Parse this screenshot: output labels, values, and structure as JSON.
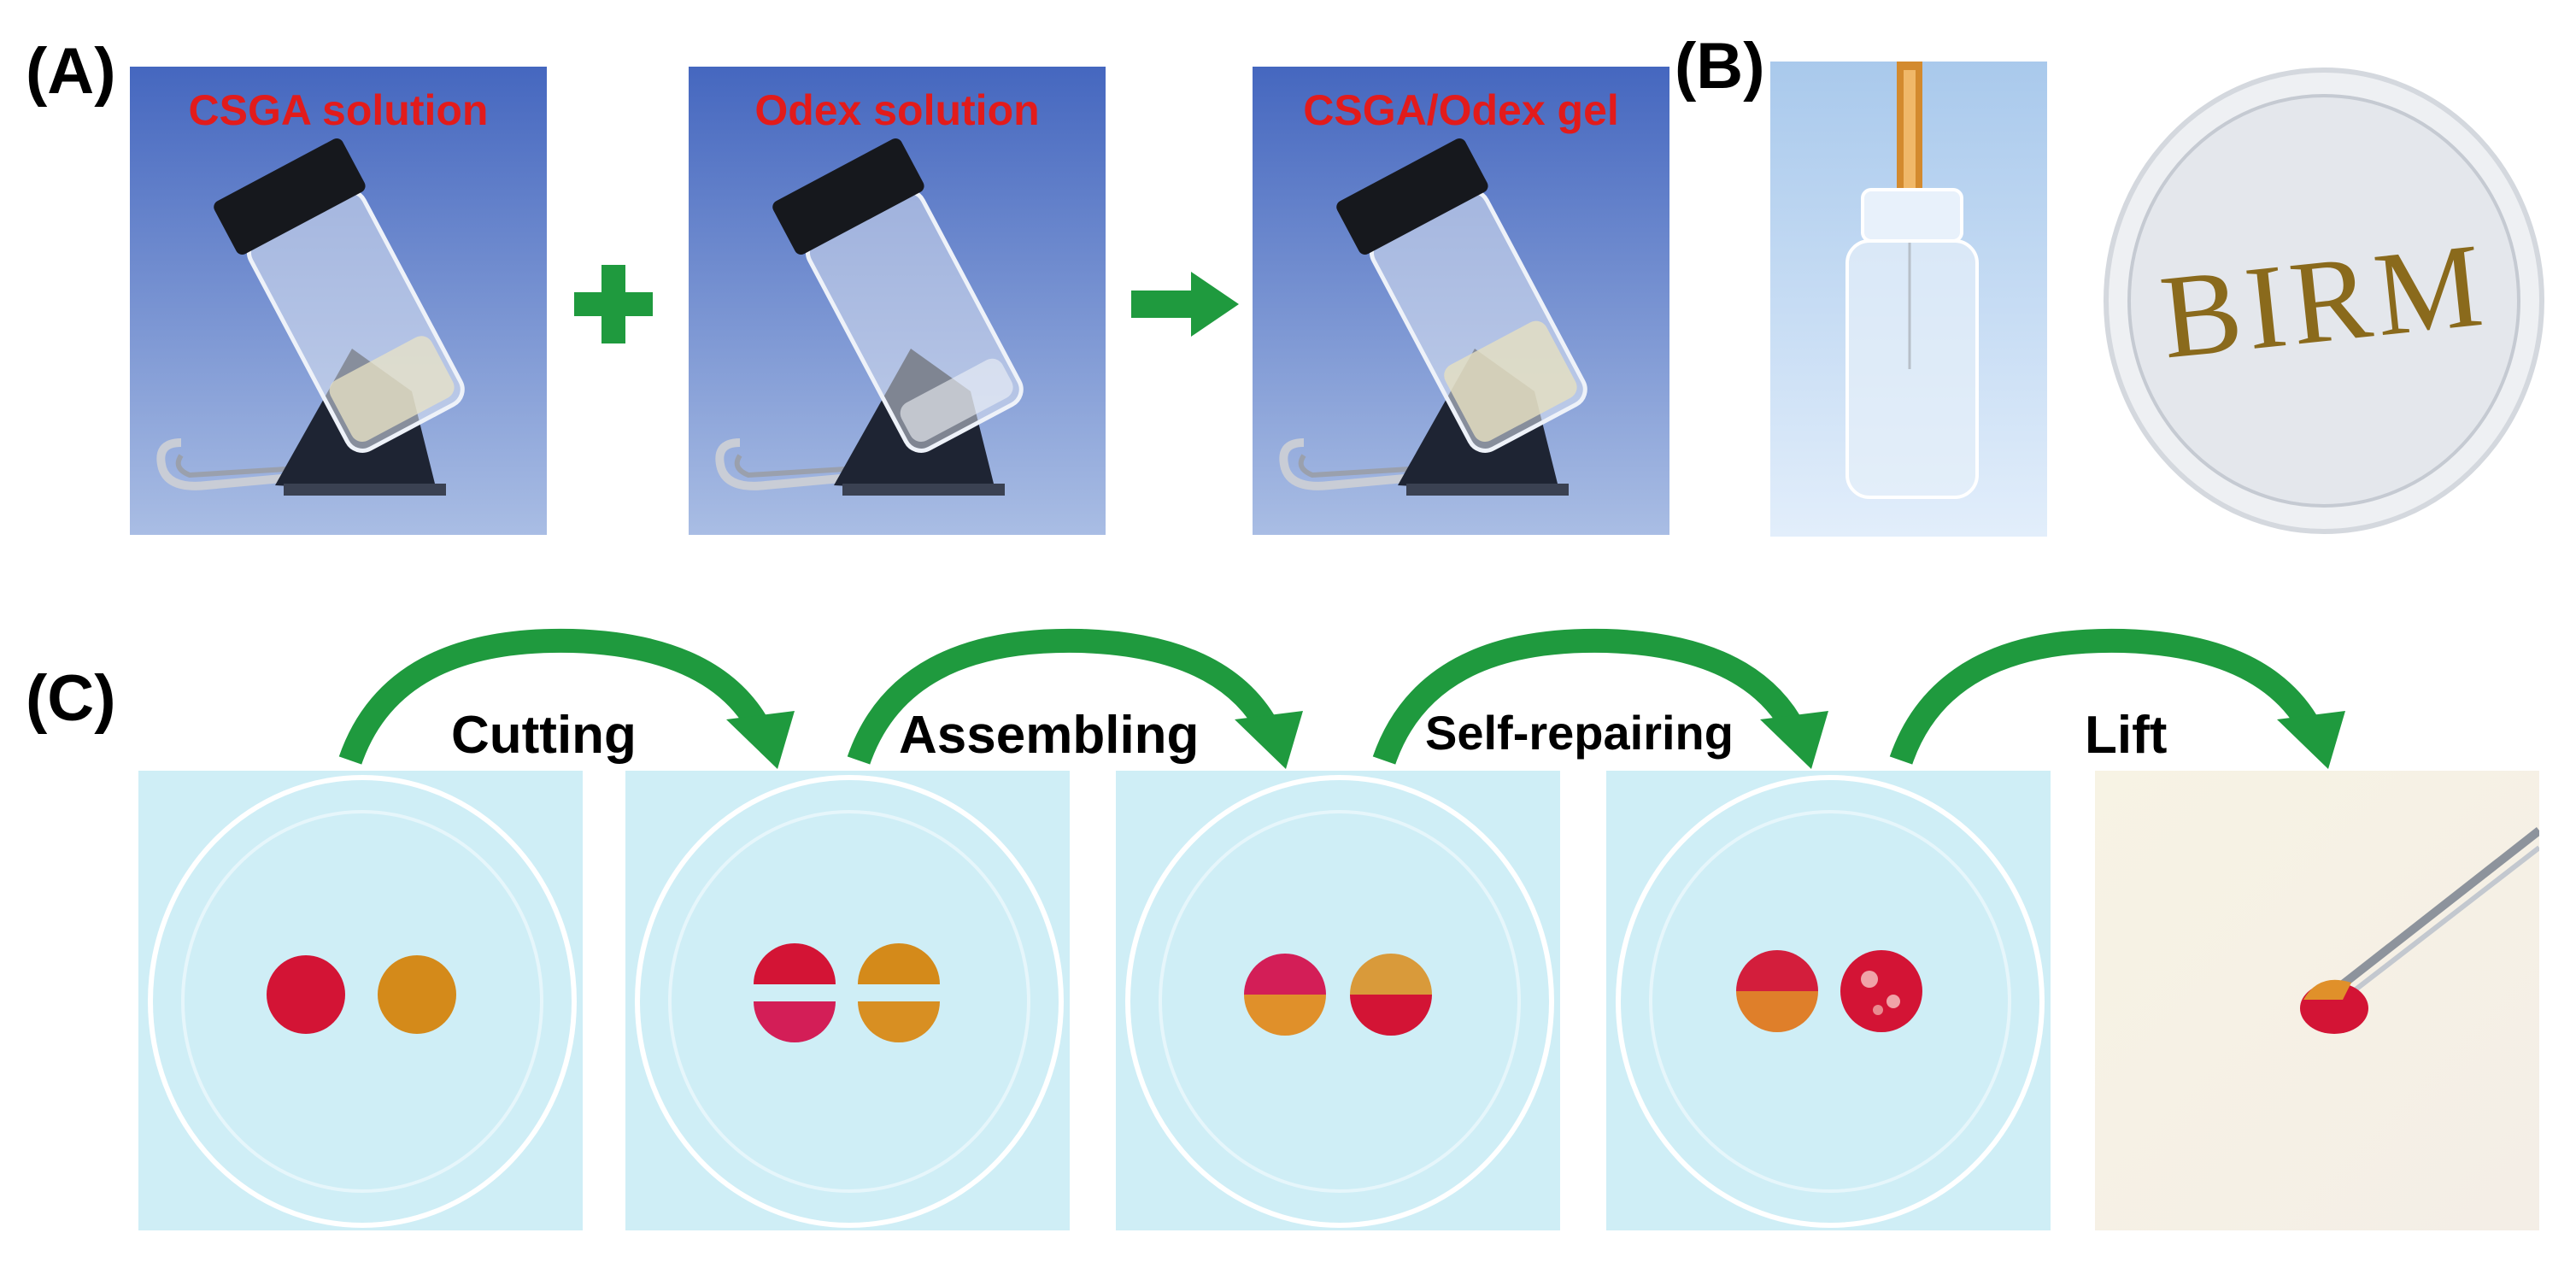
{
  "panels": {
    "a": {
      "label": "(A)"
    },
    "b": {
      "label": "(B)"
    },
    "c": {
      "label": "(C)"
    }
  },
  "vials": [
    {
      "caption": "CSGA solution"
    },
    {
      "caption": "Odex solution"
    },
    {
      "caption": "CSGA/Odex gel"
    }
  ],
  "dish_text": "BIRM",
  "steps": [
    {
      "label": "Cutting"
    },
    {
      "label": "Assembling"
    },
    {
      "label": "Self-repairing"
    },
    {
      "label": "Lift"
    }
  ],
  "colors": {
    "caption_red": "#e21b1b",
    "arrow_green": "#1f9a3e",
    "photo_blue": "#4e6fc4",
    "gel_red": "#d31435",
    "gel_orange": "#d48a1a"
  }
}
